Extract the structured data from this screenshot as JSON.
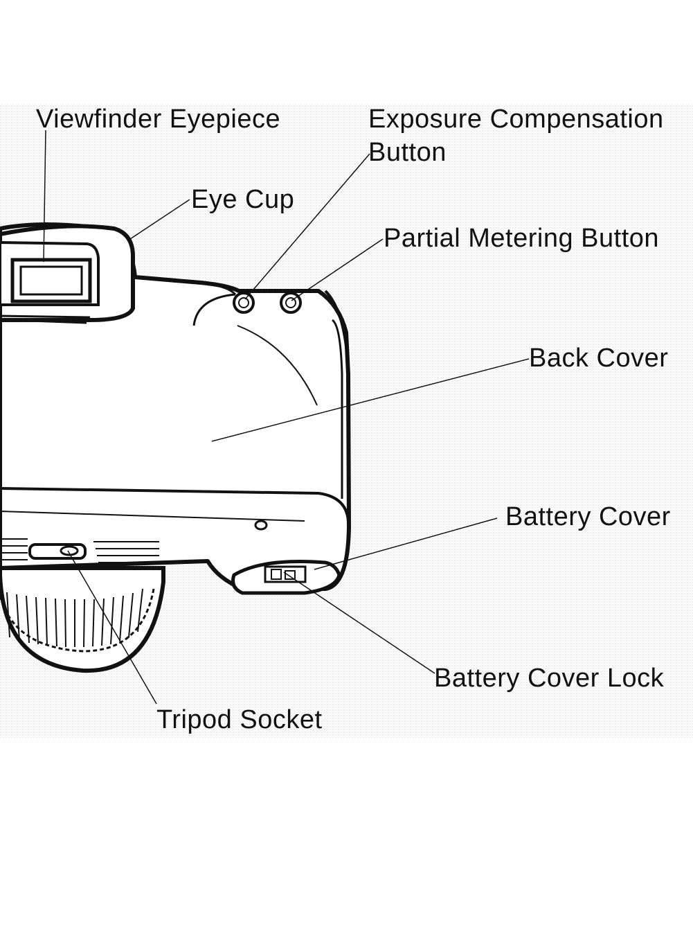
{
  "diagram": {
    "callouts": {
      "viewfinder_eyepiece": "Viewfinder Eyepiece",
      "exposure_compensation_line1": "Exposure Compensation",
      "exposure_compensation_line2": "Button",
      "eye_cup": "Eye Cup",
      "partial_metering_button": "Partial Metering Button",
      "back_cover": "Back Cover",
      "battery_cover": "Battery Cover",
      "battery_cover_lock": "Battery Cover Lock",
      "tripod_socket": "Tripod Socket"
    },
    "colors": {
      "ink": "#111111",
      "paper": "#ffffff",
      "tone": "#d9d9d9"
    }
  }
}
